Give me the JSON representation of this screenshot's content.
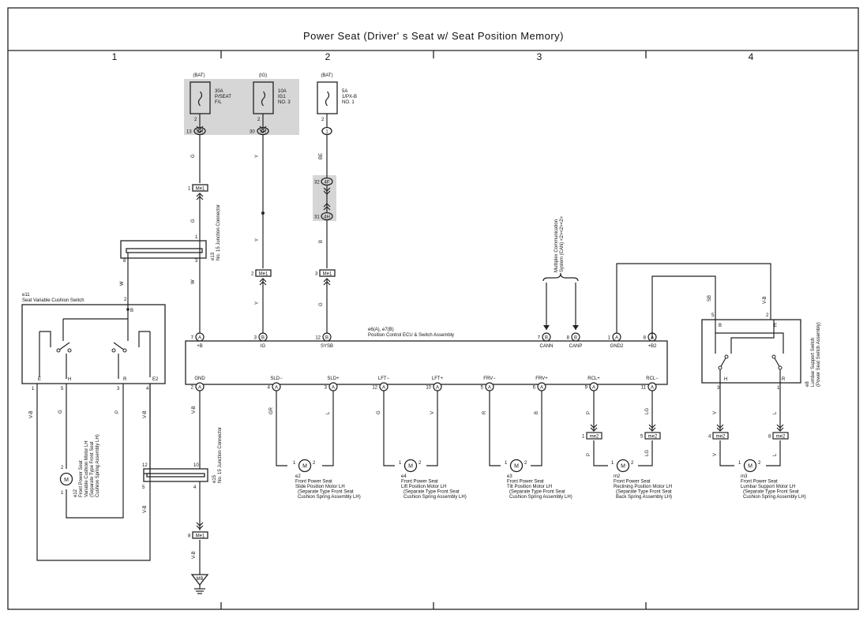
{
  "title": "Power Seat (Driver' s Seat w/ Seat Position Memory)",
  "columns": [
    "1",
    "2",
    "3",
    "4"
  ],
  "fuses": [
    {
      "source": "(BAT)",
      "amp": "30A",
      "l2": "P/SEAT",
      "l3": "F/L",
      "pin": "2",
      "conn": "4H",
      "cpin": "13"
    },
    {
      "source": "(IG)",
      "amp": "10A",
      "l2": "IG1",
      "l3": "NO. 3",
      "pin": "2",
      "conn": "4H",
      "cpin": "30"
    },
    {
      "source": "(BAT)",
      "amp": "5A",
      "l2": "1/PX-B",
      "l3": "NO. 1",
      "pin": "2",
      "conn": "1",
      "cpin": ""
    }
  ],
  "wires": {
    "g1": "G",
    "g2": "G",
    "y1": "Y",
    "y2": "Y",
    "be": "BE",
    "b": "B",
    "g3": "G",
    "w": "W",
    "vb": "V-B",
    "gr": "GR",
    "l": "L",
    "g": "G",
    "v": "V",
    "r": "R",
    "bb": "B",
    "p": "P",
    "lg": "LG",
    "sb": "SB",
    "p2": "P",
    "lg2": "LG",
    "v2": "V",
    "l2": "L",
    "vb2": "V-B",
    "vb3": "V-B"
  },
  "connectors": {
    "me1_a": "Me1",
    "me1_a_pin": "1",
    "me1_b": "Me1",
    "me1_b_pin": "2",
    "me1_c": "Me1",
    "me1_c_pin": "3",
    "me1_d": "Me1",
    "me1_d_pin": "8",
    "c4f": "4F",
    "c4f_pin": "32",
    "c4h": "4H",
    "c4h_pin": "31",
    "me2": "me2",
    "me2_pins": [
      "1",
      "5",
      "4",
      "8"
    ]
  },
  "junction_top": {
    "id": "e13",
    "name": "No. 15 Junction Connector",
    "p1": "1",
    "p3": "3",
    "p8": "8"
  },
  "junction_bottom": {
    "id": "e15",
    "name": "No. 15 Junction Connector",
    "p12": "12",
    "p10": "10",
    "p5": "5",
    "p4": "4"
  },
  "ground": "MB",
  "cushion_switch": {
    "id": "e11",
    "name": "Seat Variable Cushion Switch",
    "top": "B",
    "top_pin": "2",
    "E": "E",
    "H": "H",
    "R": "R",
    "E2": "E2",
    "pins": [
      "1",
      "5",
      "3",
      "4"
    ]
  },
  "ecu": {
    "id": "e6(A), e7(B)",
    "name": "Position Control ECU & Switch Assembly",
    "top": [
      {
        "pin": "7",
        "c": "A",
        "label": "+B"
      },
      {
        "pin": "3",
        "c": "B",
        "label": "IG"
      },
      {
        "pin": "12",
        "c": "B",
        "label": "SYSB"
      },
      {
        "pin": "7",
        "c": "B",
        "label": "CANN"
      },
      {
        "pin": "8",
        "c": "B",
        "label": "CANP"
      },
      {
        "pin": "1",
        "c": "A",
        "label": "GND2"
      },
      {
        "pin": "8",
        "c": "A",
        "label": "+B2"
      }
    ],
    "bottom": [
      {
        "pin": "2",
        "c": "A",
        "label": "GND"
      },
      {
        "pin": "4",
        "c": "A",
        "label": "SLD−"
      },
      {
        "pin": "3",
        "c": "A",
        "label": "SLD+"
      },
      {
        "pin": "12",
        "c": "A",
        "label": "LFT−"
      },
      {
        "pin": "10",
        "c": "A",
        "label": "LFT+"
      },
      {
        "pin": "5",
        "c": "A",
        "label": "FRV−"
      },
      {
        "pin": "6",
        "c": "A",
        "label": "FRV+"
      },
      {
        "pin": "9",
        "c": "A",
        "label": "RCL+"
      },
      {
        "pin": "11",
        "c": "A",
        "label": "RCL−"
      }
    ]
  },
  "can_label": [
    "Multiplex Communication",
    "System (CAN) <2><2><2>"
  ],
  "lumbar_switch": {
    "id": "e8",
    "l1": "Lumbar Support Switch",
    "l2": "(Power Seat Switch Assembly)",
    "B": "B",
    "E": "E",
    "H": "H",
    "R": "R",
    "pins": [
      "5",
      "2",
      "3",
      "1"
    ]
  },
  "motors": [
    {
      "id": "e2",
      "l1": "Front Power Seat",
      "l2": "Slide Position Motor LH",
      "l3": "(Separate Type Front Seat",
      "l4": "Cushion Spring Assembly LH)"
    },
    {
      "id": "e4",
      "l1": "Front Power Seat",
      "l2": "Lift Position Motor LH",
      "l3": "(Separate Type Front Seat",
      "l4": "Cushion Spring Assembly LH)"
    },
    {
      "id": "e3",
      "l1": "Front Power Seat",
      "l2": "Tilt Position Motor LH",
      "l3": "(Separate Type Front Seat",
      "l4": "Cushion Spring Assembly LH)"
    },
    {
      "id": "m2",
      "l1": "Front Power Seat",
      "l2": "Reclining Position Motor LH",
      "l3": "(Separate Type Front Seat",
      "l4": "Back Spring Assembly LH)"
    },
    {
      "id": "m3",
      "l1": "Front Power Seat",
      "l2": "Lumbar Support Motor LH",
      "l3": "(Separate Type Front Seat",
      "l4": "Cushion Spring Assembly LH)"
    }
  ],
  "cushion_motor": {
    "id": "e12",
    "l1": "Front Power Seat",
    "l2": "Variable Cushion Motor LH",
    "l3": "(Separate Type Front Seat",
    "l4": "Cushion Spring Assembly LH)"
  },
  "motor_glyph": "M",
  "motor_pins": [
    "1",
    "2"
  ]
}
